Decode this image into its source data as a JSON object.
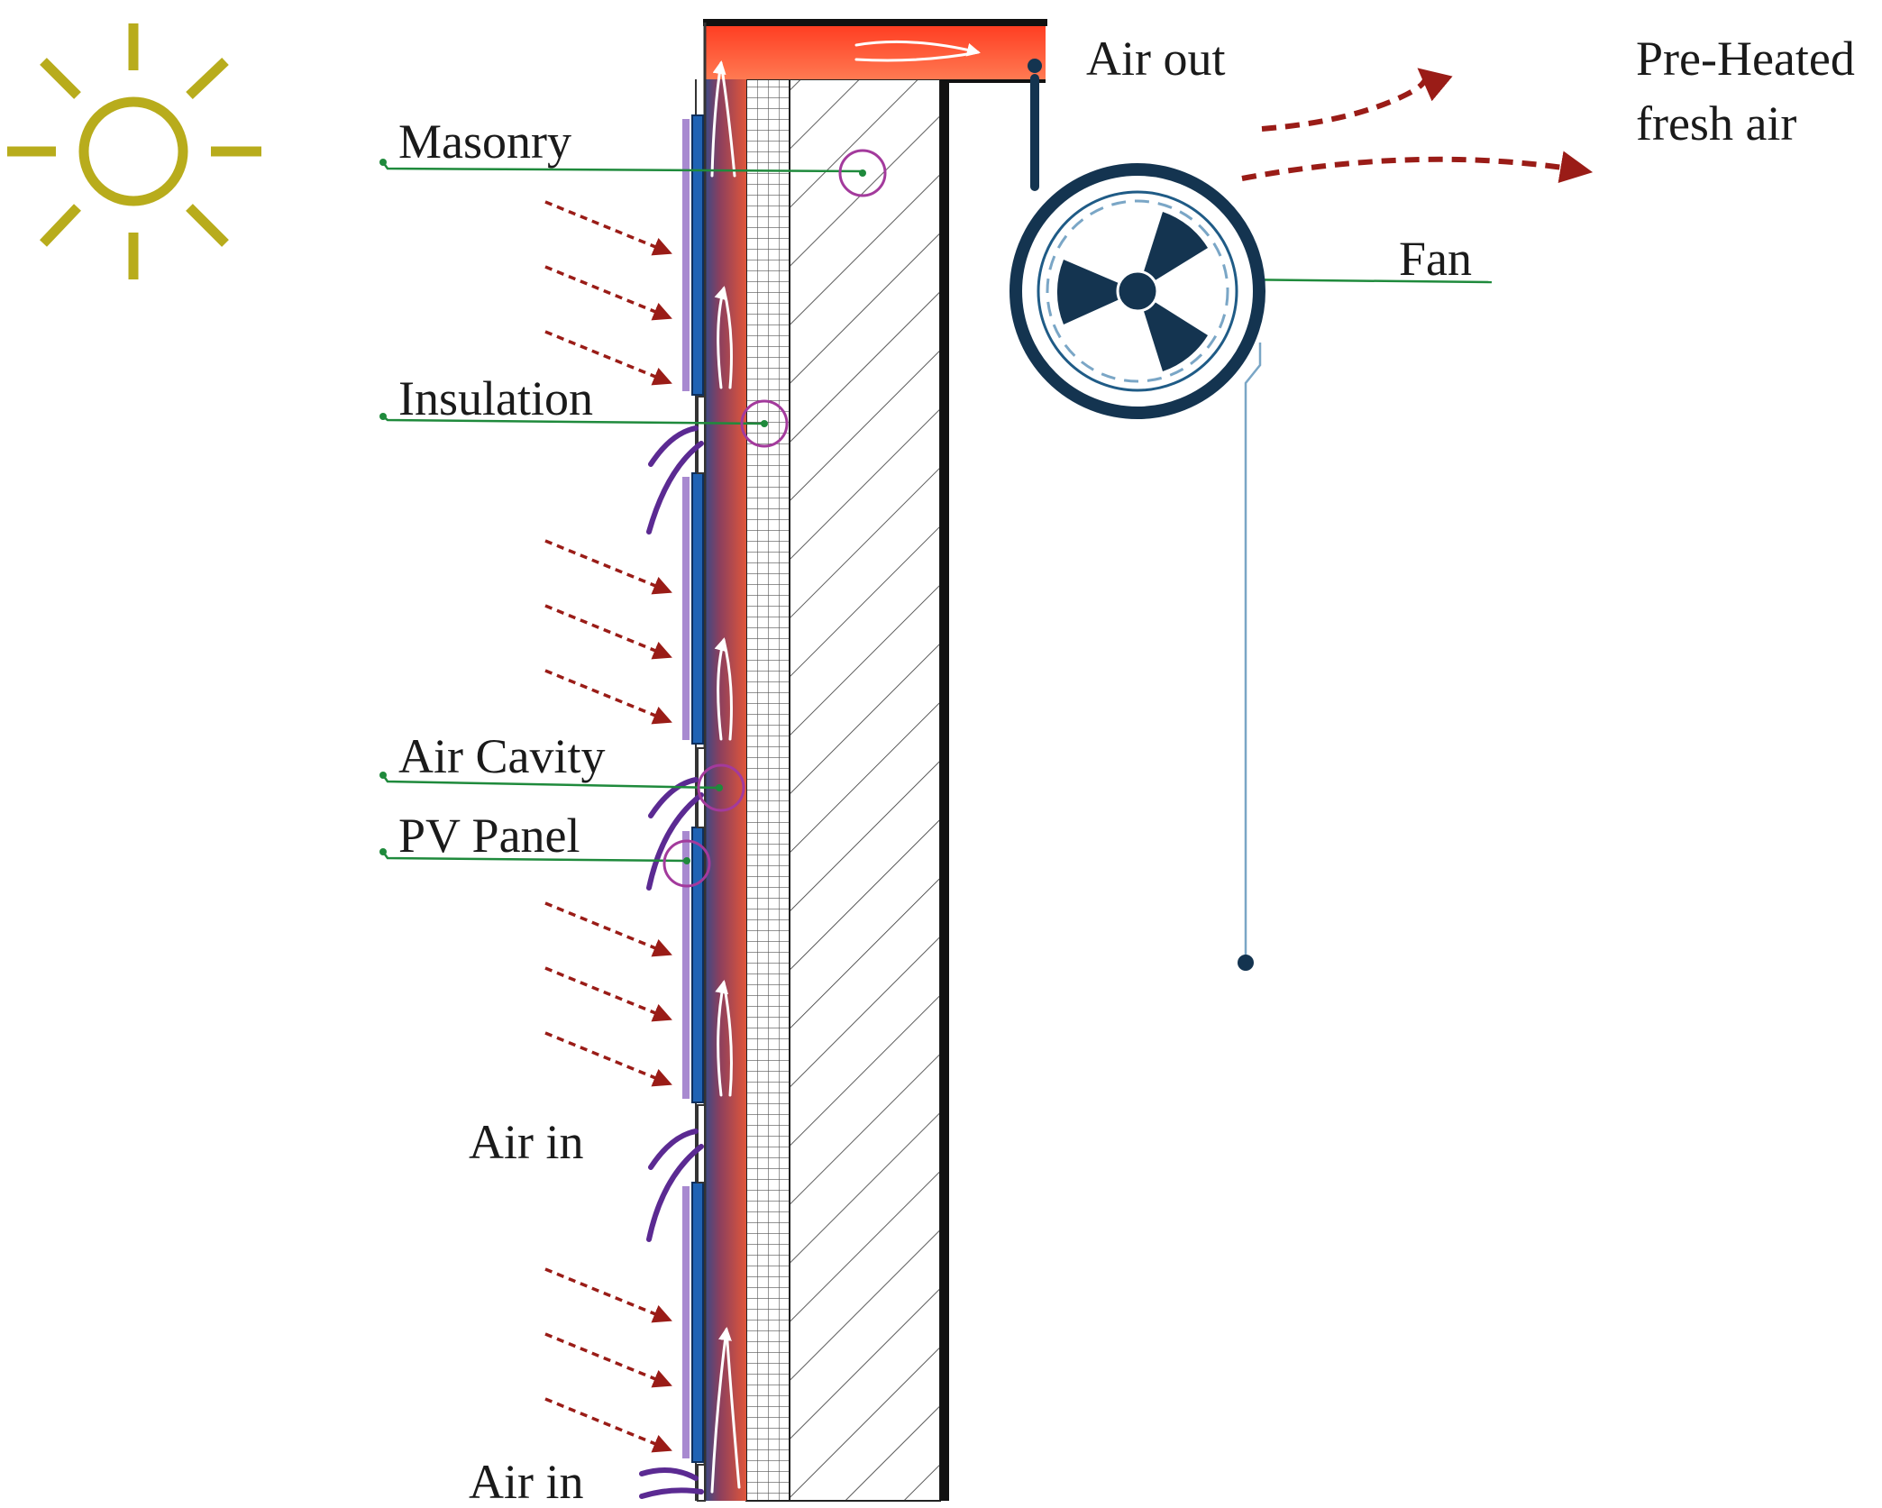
{
  "labels": {
    "masonry": "Masonry",
    "insulation": "Insulation",
    "air_cavity": "Air Cavity",
    "pv_panel": "PV Panel",
    "air_in_1": "Air in",
    "air_in_2": "Air in",
    "air_out": "Air out",
    "preheated_line1": "Pre-Heated",
    "preheated_line2": "fresh air",
    "fan": "Fan"
  },
  "colors": {
    "sun": "#b8ac1c",
    "cavity_hot": "#e2553a",
    "cavity_cool": "#3a4a82",
    "pv_panel": "#1f63b4",
    "pv_cell": "#a88ad0",
    "inlet_flow": "#5b2a92",
    "radiation": "#9a1c17",
    "leader": "#1f8a3c",
    "marker_circle": "#a33a9c",
    "fan": "#143450",
    "duct": "#ff5a32",
    "wall": "#111111"
  },
  "icons": {
    "sun": "sun-icon",
    "fan": "fan-icon"
  }
}
